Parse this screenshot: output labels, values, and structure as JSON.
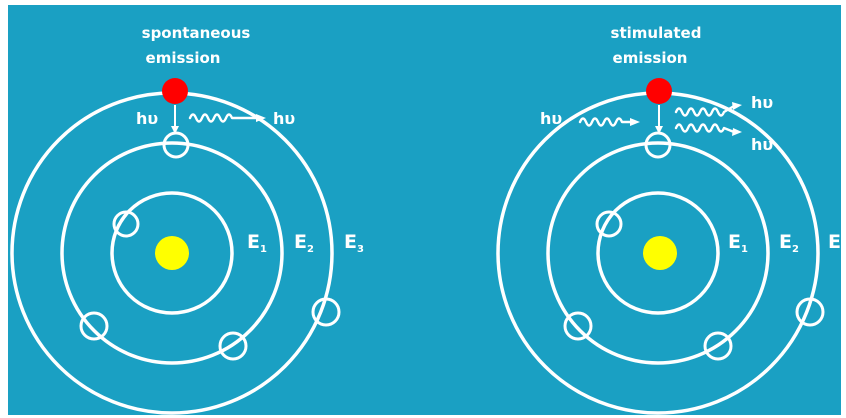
{
  "colors": {
    "background": "#1aa0c3",
    "orbit": "#ffffff",
    "nucleus": "#ffff00",
    "excited_electron": "#ff0000",
    "electron": "#ffffff"
  },
  "panels": [
    {
      "title_line1": "spontaneous",
      "title_line2": "emission",
      "photon_out_label": "hυ",
      "transition_label": "hυ",
      "level_labels": {
        "e1": "E",
        "e1_sub": "1",
        "e2": "E",
        "e2_sub": "2",
        "e3": "E",
        "e3_sub": "3"
      }
    },
    {
      "title_line1": "stimulated",
      "title_line2": "emission",
      "photon_in_label": "hυ",
      "photon_out_label_1": "hυ",
      "photon_out_label_2": "hυ",
      "level_labels": {
        "e1": "E",
        "e1_sub": "1",
        "e2": "E",
        "e2_sub": "2",
        "e3": "E"
      }
    }
  ]
}
